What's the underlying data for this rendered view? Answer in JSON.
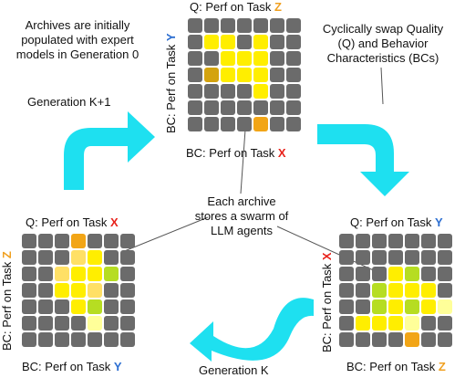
{
  "notes": {
    "archives_initial": [
      "Archives are initially",
      "populated with expert",
      "models in Generation 0"
    ],
    "swap": [
      "Cyclically swap Quality",
      "(Q) and Behavior",
      "Characteristics (BCs)"
    ],
    "swarm": [
      "Each archive",
      "stores a swarm of",
      "LLM agents"
    ]
  },
  "generations": {
    "next": "Generation K+1",
    "current": "Generation K"
  },
  "label_prefix": {
    "q": "Q: Perf on Task ",
    "bc": "BC: Perf on Task "
  },
  "task_colors": {
    "X": "#e8231c",
    "Y": "#2d6fd1",
    "Z": "#f0a020"
  },
  "arrow_color": "#1ee0f0",
  "cell_colors": {
    "g": "#6b6b6b",
    "y": "#ffee00",
    "l": "#ffff99",
    "o": "#f2a516",
    "d": "#d4a30e",
    "a": "#b6dd22",
    "p": "#ffe066"
  },
  "archives": [
    {
      "id": "top",
      "q_task": "Z",
      "bc_x_task": "X",
      "bc_y_task": "Y",
      "cells": [
        "ggggggg",
        "gyygygg",
        "ggyyygg",
        "gdyyygg",
        "ggggygg",
        "ggggggg",
        "ggggogg"
      ]
    },
    {
      "id": "bottom-left",
      "q_task": "X",
      "bc_x_task": "Y",
      "bc_y_task": "Z",
      "cells": [
        "gggoggg",
        "gggpygg",
        "ggpyyag",
        "ggyypgg",
        "gggyagg",
        "gggglgg",
        "ggggggg"
      ]
    },
    {
      "id": "bottom-right",
      "q_task": "Y",
      "bc_x_task": "Z",
      "bc_y_task": "X",
      "cells": [
        "ggggggg",
        "ggggggg",
        "gggyagg",
        "ggayyyg",
        "ggayayl",
        "gyyylgg",
        "ggggogg"
      ]
    }
  ]
}
